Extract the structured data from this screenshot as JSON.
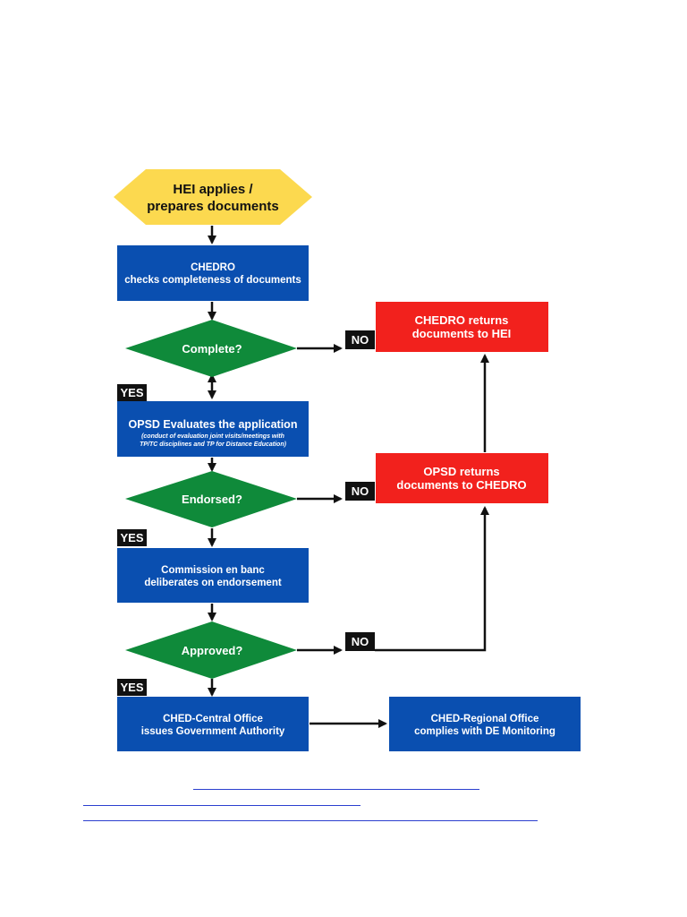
{
  "colors": {
    "start": "#fcd94f",
    "process": "#0a4fb0",
    "decision": "#0f8a3a",
    "reject": "#f2211d",
    "tag": "#111111",
    "link": "#2b3fcf"
  },
  "start": {
    "line1": "HEI applies /",
    "line2": "prepares documents"
  },
  "chedro_check": {
    "line1": "CHEDRO",
    "line2": "checks completeness of documents"
  },
  "decision_complete": "Complete?",
  "opsd_evaluates": {
    "line1": "OPSD Evaluates the application",
    "note1": "(conduct of evaluation joint visits/meetings with",
    "note2": "TP/TC disciplines and TP for Distance Education)"
  },
  "decision_endorsed": "Endorsed?",
  "commission": {
    "line1": "Commission en banc",
    "line2": "deliberates on endorsement"
  },
  "decision_approved": "Approved?",
  "central_office": {
    "line1": "CHED-Central Office",
    "line2": "issues Government Authority"
  },
  "regional_office": {
    "line1": "CHED-Regional Office",
    "line2": "complies with DE Monitoring"
  },
  "chedro_returns": {
    "line1": "CHEDRO returns",
    "line2": "documents to HEI"
  },
  "opsd_returns": {
    "line1": "OPSD returns",
    "line2": "documents to CHEDRO"
  },
  "tags": {
    "yes": "YES",
    "no": "NO"
  }
}
